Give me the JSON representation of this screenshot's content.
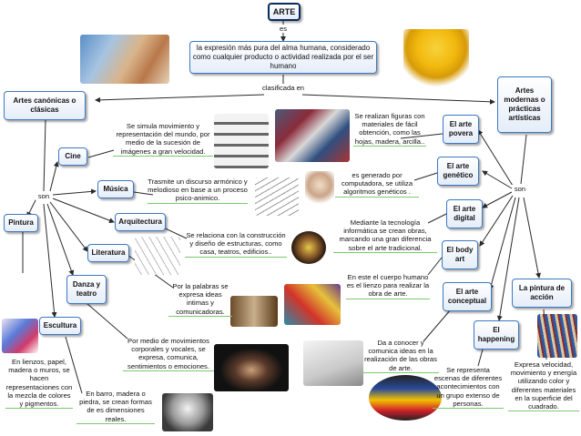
{
  "nodes": {
    "arte": "ARTE",
    "definicion": "la expresión más pura del alma humana, considerado como cualquier producto o actividad realizada por el ser humano",
    "artes_clasicas": "Artes canónicas o clásicas",
    "artes_modernas": "Artes modernas o prácticas artísticas",
    "cine": "Cine",
    "musica": "Música",
    "arquitectura": "Arquitectura",
    "literatura": "Literatura",
    "danza": "Danza y teatro",
    "escultura": "Escultura",
    "pintura": "Pintura",
    "arte_povera": "El arte povera",
    "arte_genetico": "El arte genético",
    "arte_digital": "El arte digital",
    "body_art": "El body art",
    "arte_conceptual": "El arte conceptual",
    "happening": "El happening",
    "pintura_accion": "La pintura de acción"
  },
  "links": {
    "es": "es",
    "clasificada": "clasificada en",
    "son_left": "son",
    "son_right": "son"
  },
  "descriptions": {
    "cine": "Se simula movimiento y representación del mundo, por medio de la sucesión de imágenes a gran velocidad.",
    "musica": "Trasmite un discurso armónico y melodioso en base a un proceso psico-animico.",
    "arquitectura": "Se relaciona con la construcción y diseño de estructuras, como casa, teatros, edificios..",
    "literatura": "Por la palabras se expresa ideas intimas y comunicadoras.",
    "danza": "Por medio de movimientos corporales y vocales, se expresa, comunica, sentimientos o emociones.",
    "escultura": "En barro, madera o piedra, se crean formas de es dimensiones reales.",
    "pintura": "En lienzos, papel, madera o muros, se hacen representaciones con la mezcla de colores y pigmentos.",
    "arte_povera": "Se realizan figuras con materiales de fácil obtención, como las hojas, madera, arcilla..",
    "arte_genetico": "es generado por computadora, se utiliza algoritmos genéticos .",
    "arte_digital": "Mediante la tecnología informática se crean obras, marcando una gran diferencia sobre el arte tradicional.",
    "body_art": "En este el cuerpo humano es el lienzo para realizar la obra de arte.",
    "arte_conceptual": "Da a conocer y comunica ideas en la realización de las obras de arte.",
    "happening": "Se representa escenas de diferentes acontecimientos con un grupo extenso de personas.",
    "pintura_accion": "Expresa velocidad, movimiento y energía utilizando color y diferentes materiales en la superficie del cuadrado."
  },
  "colors": {
    "node_border": "#3d78c2",
    "node_fill": "#e4edf9",
    "underline": "#7bc96f",
    "wire": "#2a2a2a"
  }
}
